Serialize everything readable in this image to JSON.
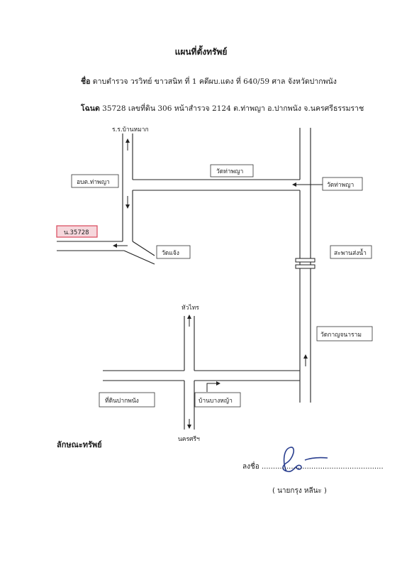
{
  "header": {
    "title": "แผนที่ตั้งทรัพย์",
    "case_label": "ชื่อ",
    "case_text": "ดาบตำรวจ วรวิทย์ ขาวสนิท ที่ 1  คดีผบ.แดง ที่ 640/59 ศาล จังหวัดปากพนัง",
    "deed_label": "โฉนด",
    "deed_text": "35728 เลขที่ดิน 306 หน้าสำรวจ 2124 ต.ท่าพญา อ.ปากพนัง จ.นครศรีธรรมราช"
  },
  "map": {
    "labels": {
      "school": "ร.ร.บ้านหมาก",
      "sao": "อบต.ท่าพญา",
      "parcel": "น.35728",
      "wat_tha_phaya_road": "วัดท่าพญา",
      "wat_tha_phaya_right": "วัดท่าพญา",
      "wat_chaeng": "วัดแจ้ง",
      "bridge": "สะพานส่งน้ำ",
      "hua_sai": "หัวไทร",
      "wat_kanchana": "วัดกาญจนาราม",
      "district_land": "ที่ดินปากพนัง",
      "ban_bang_ya": "บ้านบางหญ้า",
      "nakhon_si": "นครศรีฯ"
    },
    "parcel_color": "#d9465a"
  },
  "footer": {
    "property_heading": "ลักษณะทรัพย์",
    "sign_label": "ลงชื่อ",
    "sign_dots": "......................................................",
    "signer": "(   นายกรุง  หลีนะ  )"
  }
}
